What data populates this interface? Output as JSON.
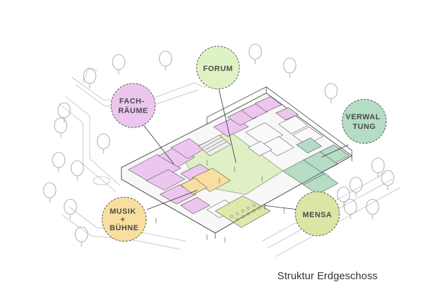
{
  "caption": "Struktur Erdgeschoss",
  "zones": {
    "forum": {
      "lines": [
        "FORUM"
      ],
      "fill": "#dff2c4"
    },
    "fachraeume": {
      "lines": [
        "FACH-",
        "RÄUME"
      ],
      "fill": "#ecc6ee"
    },
    "verwaltung": {
      "lines": [
        "VERWAL",
        "TUNG"
      ],
      "fill": "#b5dcc4"
    },
    "mensa": {
      "lines": [
        "MENSA"
      ],
      "fill": "#d9e6a4"
    },
    "musik": {
      "lines": [
        "MUSIK",
        "+",
        "BÜHNE"
      ],
      "fill": "#f8dfa0"
    }
  },
  "colors": {
    "line": "#555555",
    "tree": "#9a9a9a",
    "floor_forum": "#dff0c4",
    "floor_fach": "#ecc6ee",
    "floor_verwaltung": "#b5dcc4",
    "floor_mensa": "#dde9a8",
    "floor_musik": "#f8dfa0"
  }
}
